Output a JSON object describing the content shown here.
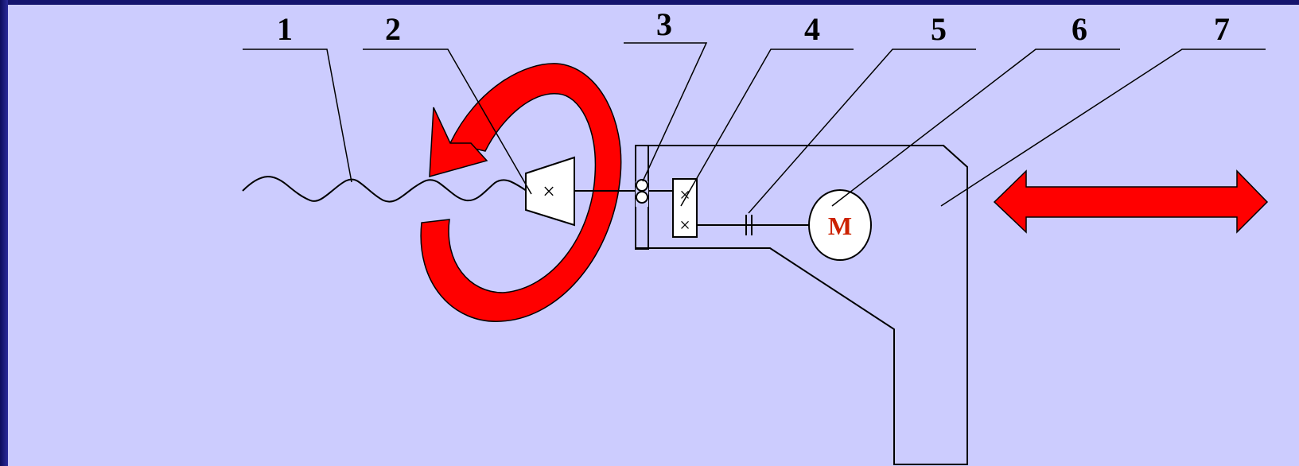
{
  "diagram": {
    "callouts": [
      {
        "id": "1",
        "label": "1"
      },
      {
        "id": "2",
        "label": "2"
      },
      {
        "id": "3",
        "label": "3"
      },
      {
        "id": "4",
        "label": "4"
      },
      {
        "id": "5",
        "label": "5"
      },
      {
        "id": "6",
        "label": "6"
      },
      {
        "id": "7",
        "label": "7"
      }
    ],
    "motor_label": "M",
    "colors": {
      "background": "#ccccfe",
      "frame": "#1a1a7a",
      "arrow": "#ff0000",
      "line": "#000000",
      "motor_text": "#cc2200"
    },
    "icons": [
      "rotation-arrow-icon",
      "double-headed-arrow-icon"
    ]
  }
}
